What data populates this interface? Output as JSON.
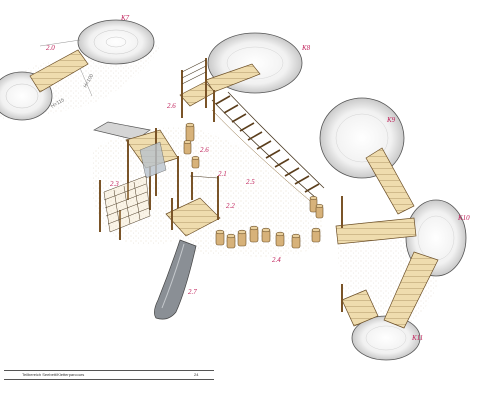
{
  "labels": {
    "k7": "K7",
    "d20": "2.0",
    "k8": "K8",
    "d26": "2.6",
    "d25": "2.5",
    "d23": "2.3",
    "d21": "2.1",
    "d22": "2.2",
    "d24": "2.4",
    "d27": "2.7",
    "k9": "K9",
    "k10": "K10",
    "k11": "K11",
    "h115": "H=115",
    "h100": "H=100"
  },
  "footer": {
    "title": "Teilbereich Seebett/Kletterparcours",
    "page": "24"
  }
}
